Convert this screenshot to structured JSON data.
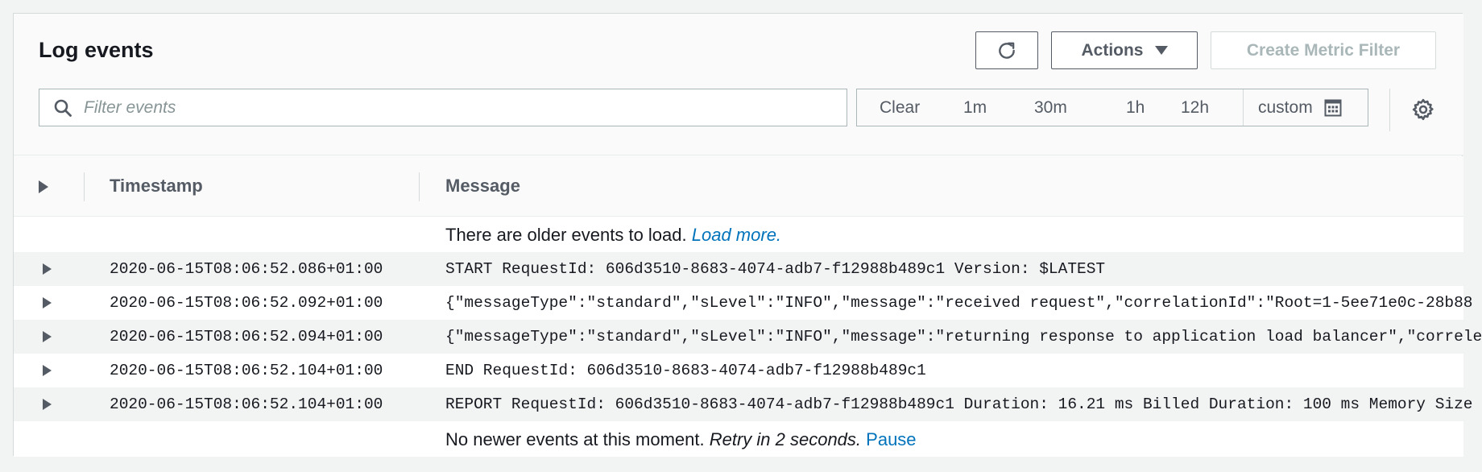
{
  "header": {
    "title": "Log events",
    "actions_label": "Actions",
    "create_metric_filter_label": "Create Metric Filter"
  },
  "filter": {
    "placeholder": "Filter events"
  },
  "time_range": {
    "clear": "Clear",
    "m1": "1m",
    "m30": "30m",
    "h1": "1h",
    "h12": "12h",
    "custom": "custom"
  },
  "table": {
    "col_timestamp": "Timestamp",
    "col_message": "Message",
    "older_text": "There are older events to load.",
    "load_more": "Load more.",
    "newer_text": "No newer events at this moment.",
    "retry_text": "Retry in 2 seconds.",
    "pause": "Pause",
    "rows": [
      {
        "timestamp": "2020-06-15T08:06:52.086+01:00",
        "message": "START RequestId: 606d3510-8683-4074-adb7-f12988b489c1 Version: $LATEST"
      },
      {
        "timestamp": "2020-06-15T08:06:52.092+01:00",
        "message": "{\"messageType\":\"standard\",\"sLevel\":\"INFO\",\"message\":\"received request\",\"correlationId\":\"Root=1-5ee71e0c-28b88"
      },
      {
        "timestamp": "2020-06-15T08:06:52.094+01:00",
        "message": "{\"messageType\":\"standard\",\"sLevel\":\"INFO\",\"message\":\"returning response to application load balancer\",\"correle"
      },
      {
        "timestamp": "2020-06-15T08:06:52.104+01:00",
        "message": "END RequestId: 606d3510-8683-4074-adb7-f12988b489c1"
      },
      {
        "timestamp": "2020-06-15T08:06:52.104+01:00",
        "message": "REPORT RequestId: 606d3510-8683-4074-adb7-f12988b489c1 Duration: 16.21 ms Billed Duration: 100 ms Memory Size"
      }
    ]
  },
  "icons": [
    "refresh-icon",
    "caret-down-icon",
    "search-icon",
    "calendar-icon",
    "gear-icon",
    "expand-icon"
  ],
  "colors": {
    "link": "#0073bb",
    "text": "#16191f",
    "muted": "#545b64",
    "disabled": "#aab7b8"
  }
}
